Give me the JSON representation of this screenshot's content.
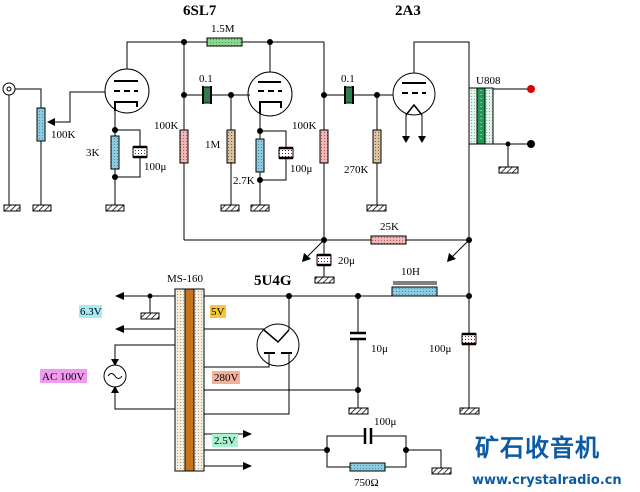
{
  "tubes": {
    "preamp": "6SL7",
    "output": "2A3",
    "rectifier": "5U4G"
  },
  "transformers": {
    "output": "U808",
    "power": "MS-160"
  },
  "components": {
    "volume_pot": "100K",
    "r_cathode1": "3K",
    "c_cathode1": "100μ",
    "r_plate1": "100K",
    "r_feedback": "1.5M",
    "c_coupling1": "0.1",
    "r_grid2": "1M",
    "r_cathode2": "2.7K",
    "c_cathode2": "100μ",
    "r_plate2": "100K",
    "c_coupling2": "0.1",
    "r_grid3": "270K",
    "r_decouple": "25K",
    "c_decouple": "20μ",
    "choke": "10H",
    "c_filter1": "10μ",
    "c_filter2": "100μ",
    "c_bias": "100μ",
    "r_bias": "750Ω"
  },
  "supply_labels": {
    "heater_6v3": "6.3V",
    "rect_5v": "5V",
    "mains": "AC 100V",
    "hv_280v": "280V",
    "heater_2v5": "2.5V"
  },
  "colors": {
    "label_6v3": "#a8eaf6",
    "label_5v": "#f7c63a",
    "label_ac": "#f09af0",
    "label_280v": "#f4b09c",
    "label_2v5": "#a9f2cf",
    "output_terminal_hot": "#e00000",
    "brand": "#0b5aa6"
  },
  "watermark": {
    "brand_text": "矿石收音机",
    "url": "www.crystalradio.cn"
  }
}
